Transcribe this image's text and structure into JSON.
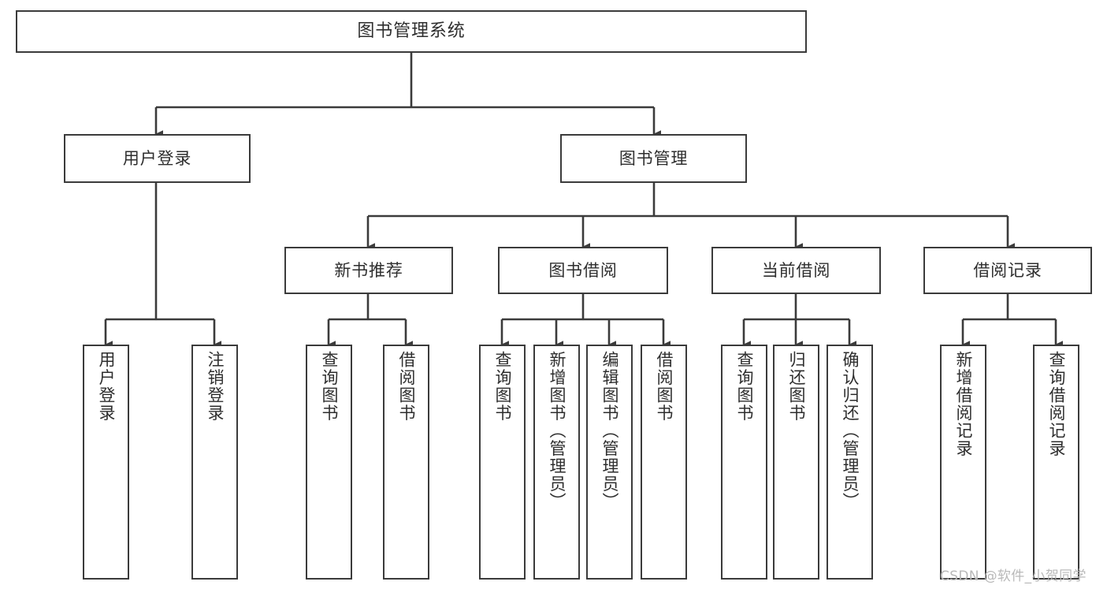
{
  "diagram": {
    "title": "图书管理系统",
    "type": "tree",
    "watermark": "CSDN @软件_小贺同学",
    "colors": {
      "box_border": "#3b3b3b",
      "box_fill": "#ffffff",
      "edge": "#3b3b3b",
      "text": "#2e2e2e",
      "watermark": "#b9b9b9",
      "background": "#ffffff"
    },
    "nodes": {
      "root": {
        "label": "图书管理系统"
      },
      "level1": [
        {
          "label": "用户登录"
        },
        {
          "label": "图书管理"
        }
      ],
      "level2": [
        {
          "label": "新书推荐"
        },
        {
          "label": "图书借阅"
        },
        {
          "label": "当前借阅"
        },
        {
          "label": "借阅记录"
        }
      ],
      "leaves": {
        "user_login": [
          {
            "label": "用户登录"
          },
          {
            "label": "注销登录"
          }
        ],
        "new_book": [
          {
            "label": "查询图书"
          },
          {
            "label": "借阅图书"
          }
        ],
        "borrow_book": [
          {
            "label": "查询图书"
          },
          {
            "label": "新增图书（管理员）"
          },
          {
            "label": "编辑图书（管理员）"
          },
          {
            "label": "借阅图书"
          }
        ],
        "current_borrow": [
          {
            "label": "查询图书"
          },
          {
            "label": "归还图书"
          },
          {
            "label": "确认归还（管理员）"
          }
        ],
        "borrow_record": [
          {
            "label": "新增借阅记录"
          },
          {
            "label": "查询借阅记录"
          }
        ]
      }
    }
  }
}
